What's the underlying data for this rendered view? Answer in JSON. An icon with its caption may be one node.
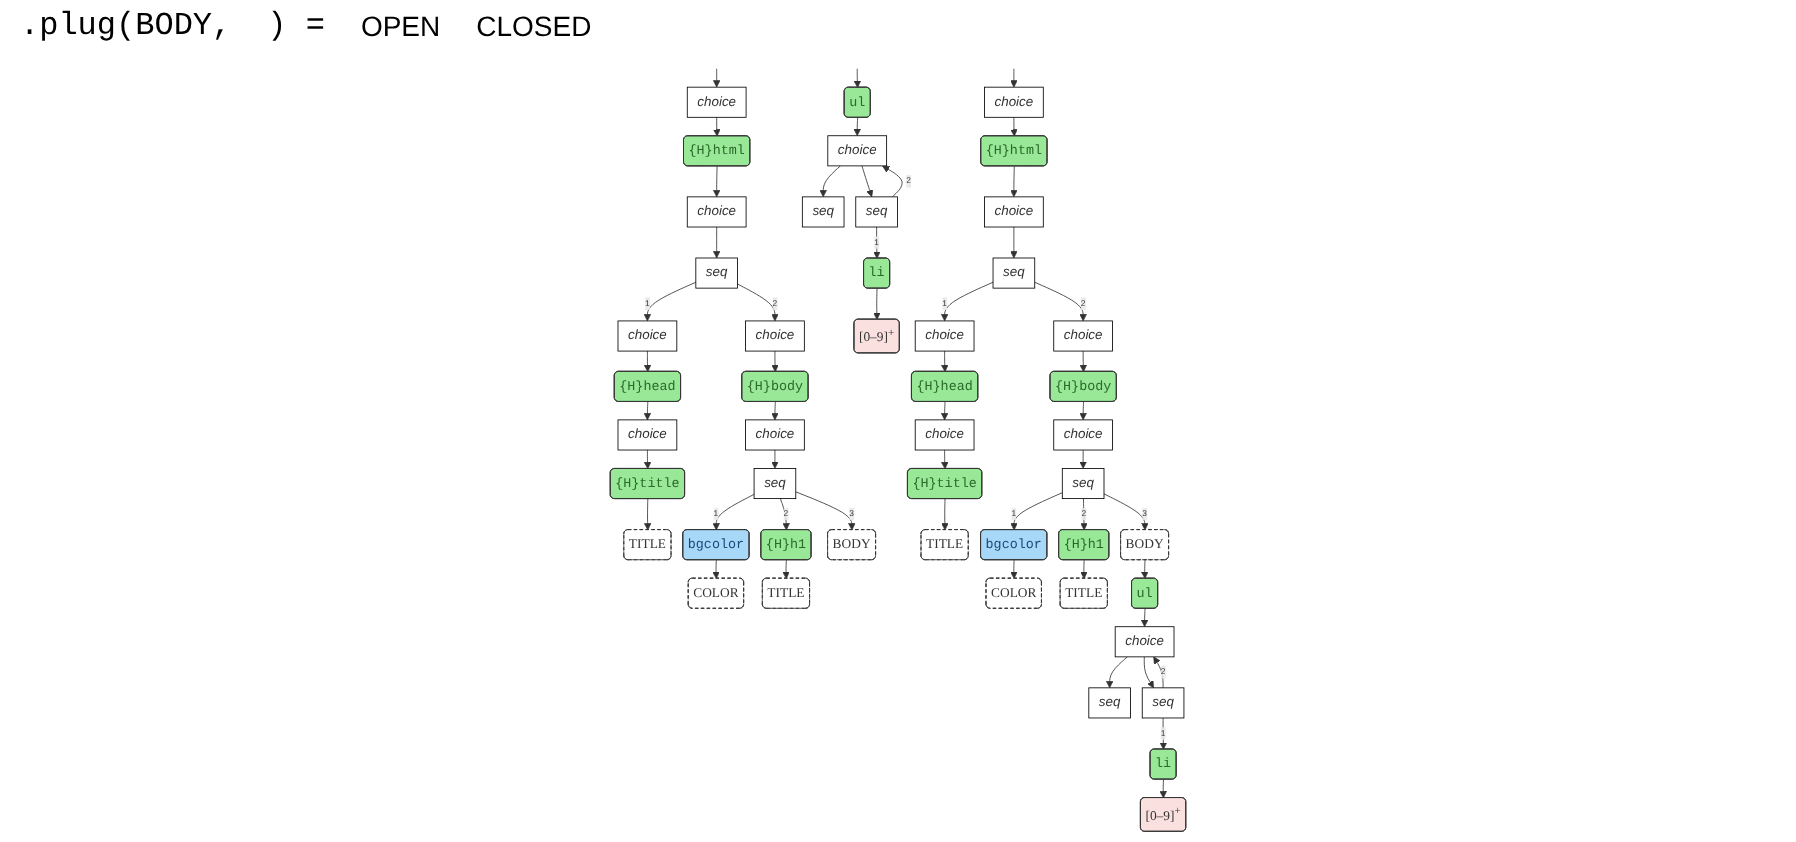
{
  "diagram": {
    "nodes": [
      {
        "text": [
          "choice"
        ]
      },
      {
        "text": [
          "{H}html"
        ]
      },
      {
        "text": [
          "choice"
        ]
      },
      {
        "text": [
          "seq"
        ]
      },
      {
        "text": [
          "choice"
        ]
      },
      {
        "text": [
          "choice"
        ]
      },
      {
        "text": [
          "{H}head"
        ]
      },
      {
        "text": [
          "{H}body"
        ]
      },
      {
        "text": [
          "choice"
        ]
      },
      {
        "text": [
          "choice"
        ]
      },
      {
        "text": [
          "{H}title"
        ]
      },
      {
        "text": [
          "seq"
        ]
      },
      {
        "text": [
          "TITLE"
        ]
      },
      {
        "text": [
          "bgcolor"
        ]
      },
      {
        "text": [
          "{H}h1"
        ]
      },
      {
        "text": [
          "BODY"
        ]
      },
      {
        "text": [
          "COLOR"
        ]
      },
      {
        "text": [
          "TITLE"
        ]
      },
      {
        "text": [
          "ul"
        ]
      },
      {
        "text": [
          "choice"
        ]
      },
      {
        "text": [
          "seq"
        ]
      },
      {
        "text": [
          "seq"
        ]
      },
      {
        "text": [
          "li"
        ]
      },
      {
        "text": [
          "[0–9]$^{+}$"
        ]
      },
      {
        "text": [
          "choice"
        ]
      },
      {
        "text": [
          "{H}html"
        ]
      },
      {
        "text": [
          "choice"
        ]
      },
      {
        "text": [
          "seq"
        ]
      },
      {
        "text": [
          "choice"
        ]
      },
      {
        "text": [
          "choice"
        ]
      },
      {
        "text": [
          "{H}head"
        ]
      },
      {
        "text": [
          "{H}body"
        ]
      },
      {
        "text": [
          "choice"
        ]
      },
      {
        "text": [
          "choice"
        ]
      },
      {
        "text": [
          "{H}title"
        ]
      },
      {
        "text": [
          "seq"
        ]
      },
      {
        "text": [
          "TITLE"
        ]
      },
      {
        "text": [
          "bgcolor"
        ]
      },
      {
        "text": [
          "{H}h1"
        ]
      },
      {
        "text": [
          "BODY"
        ]
      },
      {
        "text": [
          "COLOR"
        ]
      },
      {
        "text": [
          "TITLE"
        ]
      },
      {
        "text": [
          "ul"
        ]
      },
      {
        "text": [
          "choice"
        ]
      },
      {
        "text": [
          "seq"
        ]
      },
      {
        "text": [
          "seq"
        ]
      },
      {
        "text": [
          "li"
        ]
      },
      {
        "text": [
          "[0–9]$^{+}$"
        ]
      }
    ],
    "edges": [
      {
        "from": null,
        "to": 0,
        "arrow": "to"
      },
      {
        "from": 0,
        "to": 1,
        "arrow": "to"
      },
      {
        "from": 1,
        "to": 2,
        "arrow": "to"
      },
      {
        "from": 2,
        "to": 3,
        "arrow": "to"
      },
      {
        "from": 3,
        "to": 4,
        "arrow": "to",
        "label": "1"
      },
      {
        "from": 3,
        "to": 5,
        "arrow": "to",
        "label": "2"
      },
      {
        "from": 4,
        "to": 6,
        "arrow": "to"
      },
      {
        "from": 5,
        "to": 7,
        "arrow": "to"
      },
      {
        "from": 6,
        "to": 8,
        "arrow": "to"
      },
      {
        "from": 7,
        "to": 9,
        "arrow": "to"
      },
      {
        "from": 8,
        "to": 10,
        "arrow": "to"
      },
      {
        "from": 9,
        "to": 11,
        "arrow": "to"
      },
      {
        "from": 10,
        "to": 12,
        "arrow": "to"
      },
      {
        "from": 11,
        "to": 13,
        "arrow": "to",
        "label": "1"
      },
      {
        "from": 11,
        "to": 14,
        "arrow": "to",
        "label": "2"
      },
      {
        "from": 11,
        "to": 15,
        "arrow": "to",
        "label": "3"
      },
      {
        "from": 13,
        "to": 16,
        "arrow": "to"
      },
      {
        "from": 14,
        "to": 17,
        "arrow": "to"
      },
      {
        "from": null,
        "to": 18,
        "arrow": "to"
      },
      {
        "from": 18,
        "to": 19,
        "arrow": "to"
      },
      {
        "from": 19,
        "to": 20,
        "arrow": "to"
      },
      {
        "from": 19,
        "to": 21,
        "arrow": "to"
      },
      {
        "from": 21,
        "to": 22,
        "arrow": "to",
        "label": "1"
      },
      {
        "from": 21,
        "to": 19,
        "arrow": "to",
        "label": "2"
      },
      {
        "from": 22,
        "to": 23,
        "arrow": "to"
      },
      {
        "from": null,
        "to": 24,
        "arrow": "to"
      },
      {
        "from": 24,
        "to": 25,
        "arrow": "to"
      },
      {
        "from": 25,
        "to": 26,
        "arrow": "to"
      },
      {
        "from": 26,
        "to": 27,
        "arrow": "to"
      },
      {
        "from": 27,
        "to": 28,
        "arrow": "to",
        "label": "1"
      },
      {
        "from": 27,
        "to": 29,
        "arrow": "to",
        "label": "2"
      },
      {
        "from": 28,
        "to": 30,
        "arrow": "to"
      },
      {
        "from": 29,
        "to": 31,
        "arrow": "to"
      },
      {
        "from": 30,
        "to": 32,
        "arrow": "to"
      },
      {
        "from": 31,
        "to": 33,
        "arrow": "to"
      },
      {
        "from": 32,
        "to": 34,
        "arrow": "to"
      },
      {
        "from": 33,
        "to": 35,
        "arrow": "to"
      },
      {
        "from": 34,
        "to": 36,
        "arrow": "to"
      },
      {
        "from": 35,
        "to": 37,
        "arrow": "to",
        "label": "1"
      },
      {
        "from": 35,
        "to": 38,
        "arrow": "to",
        "label": "2"
      },
      {
        "from": 35,
        "to": 39,
        "arrow": "to",
        "label": "3"
      },
      {
        "from": 37,
        "to": 40,
        "arrow": "to"
      },
      {
        "from": 38,
        "to": 41,
        "arrow": "to"
      },
      {
        "from": 39,
        "to": 42,
        "arrow": "to"
      },
      {
        "from": 42,
        "to": 43,
        "arrow": "to"
      },
      {
        "from": 43,
        "to": 44,
        "arrow": "to"
      },
      {
        "from": 43,
        "to": 45,
        "arrow": "to"
      },
      {
        "from": 45,
        "to": 46,
        "arrow": "to",
        "label": "1"
      },
      {
        "from": 45,
        "to": 43,
        "arrow": "to",
        "label": "2"
      },
      {
        "from": 46,
        "to": 47,
        "arrow": "to"
      }
    ],
    "labels": [
      ".plug(BODY,",
      ") =",
      "OPEN",
      "CLOSED"
    ]
  }
}
